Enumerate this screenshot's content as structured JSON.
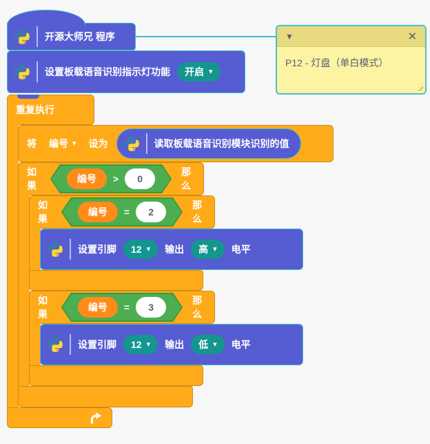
{
  "icons": {
    "dropdown_arrow": "▾",
    "comment_collapse": "▼",
    "comment_close": "✕"
  },
  "colors": {
    "block_purple": "#565cd2",
    "block_purple_border": "#45bec7",
    "block_orange": "#ffab19",
    "boolean_green": "#4cae51",
    "variable_orange": "#ff8c1a",
    "dropdown_teal": "#14968f",
    "comment_body": "#fcf4a3",
    "comment_header": "#e6d97e",
    "comment_border": "#4abfc9",
    "connector_line": "#3fbcc3",
    "text_dark": "#575e75"
  },
  "comment": {
    "text": "P12 - 灯盘（单白模式）"
  },
  "blocks": {
    "hat": {
      "label": "开源大师兄 程序"
    },
    "voice_led": {
      "label": "设置板载语音识别指示灯功能",
      "state": "开启"
    },
    "forever": {
      "label": "重复执行"
    },
    "set_var": {
      "word_set": "将",
      "variable": "编号",
      "word_to": "设为",
      "reporter_label": "读取板载语音识别模块识别的值"
    },
    "if_gt0": {
      "word_if": "如果",
      "variable": "编号",
      "operator": ">",
      "value": "0",
      "word_then": "那么"
    },
    "if_eq2": {
      "word_if": "如果",
      "variable": "编号",
      "operator": "=",
      "value": "2",
      "word_then": "那么"
    },
    "if_eq3": {
      "word_if": "如果",
      "variable": "编号",
      "operator": "=",
      "value": "3",
      "word_then": "那么"
    },
    "pin_high": {
      "word_setpin": "设置引脚",
      "pin": "12",
      "word_output": "输出",
      "level": "高",
      "word_level": "电平"
    },
    "pin_low": {
      "word_setpin": "设置引脚",
      "pin": "12",
      "word_output": "输出",
      "level": "低",
      "word_level": "电平"
    }
  }
}
